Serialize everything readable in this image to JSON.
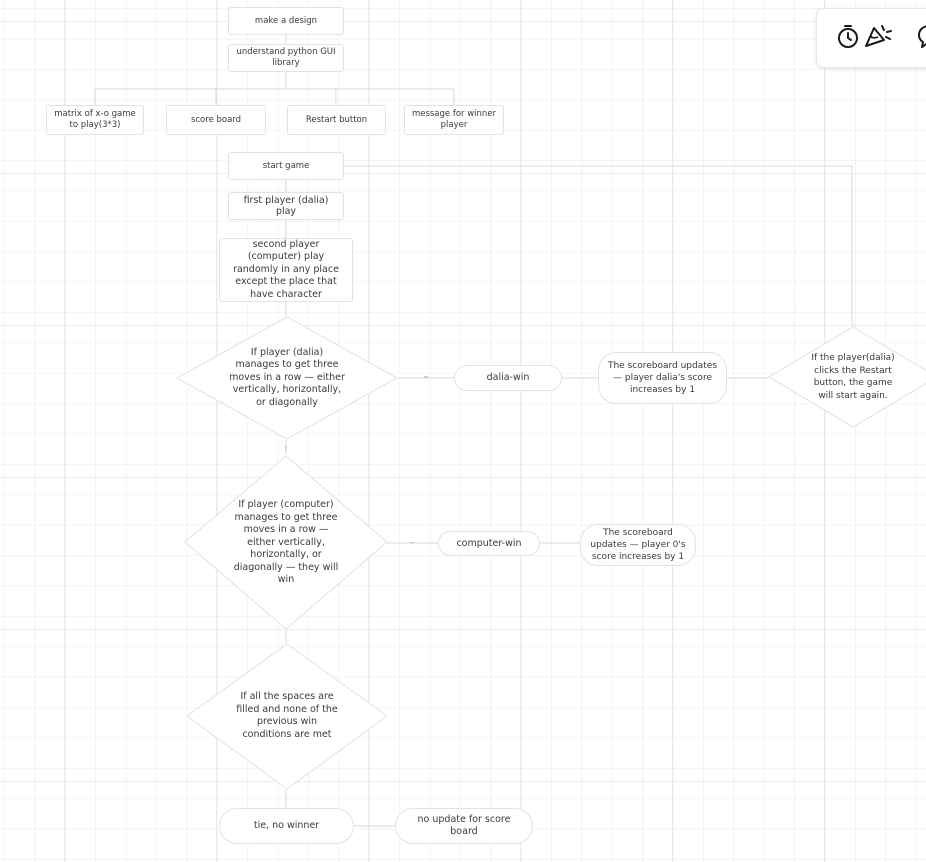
{
  "nodes": {
    "make_design": "make a design",
    "understand_gui": "understand python GUI library",
    "matrix": "matrix of x-o game to play(3*3)",
    "score_board": "score board",
    "restart_button": "Restart button",
    "message_winner": "message for winner player",
    "start_game": "start game",
    "first_player": "first player (dalia) play",
    "second_player": "second player (computer) play randomly in any place except the place that have character",
    "decision_dalia": "If player (dalia) manages to get three moves in a row — either vertically, horizontally, or diagonally",
    "dalia_win": "dalia-win",
    "scoreboard_dalia": "The scoreboard updates — player dalia's score increases by 1",
    "restart_decision": "If the player(dalia) clicks the Restart button, the game will start again.",
    "decision_computer": "If player (computer) manages to get three moves in a row — either vertically, horizontally, or diagonally — they will win",
    "computer_win": "computer-win",
    "scoreboard_computer": "The scoreboard updates — player 0's score increases by 1",
    "decision_tie": "If all the spaces are filled and none of the previous win conditions are met",
    "tie": "tie, no winner",
    "no_update": "no update for score board"
  },
  "toolbar": {
    "icons": [
      "timer-icon",
      "celebrate-icon",
      "comment-icon"
    ]
  },
  "colors": {
    "node_border": "#e3e3e3",
    "connector": "#d6d6d6",
    "text": "#3a3a3a"
  }
}
